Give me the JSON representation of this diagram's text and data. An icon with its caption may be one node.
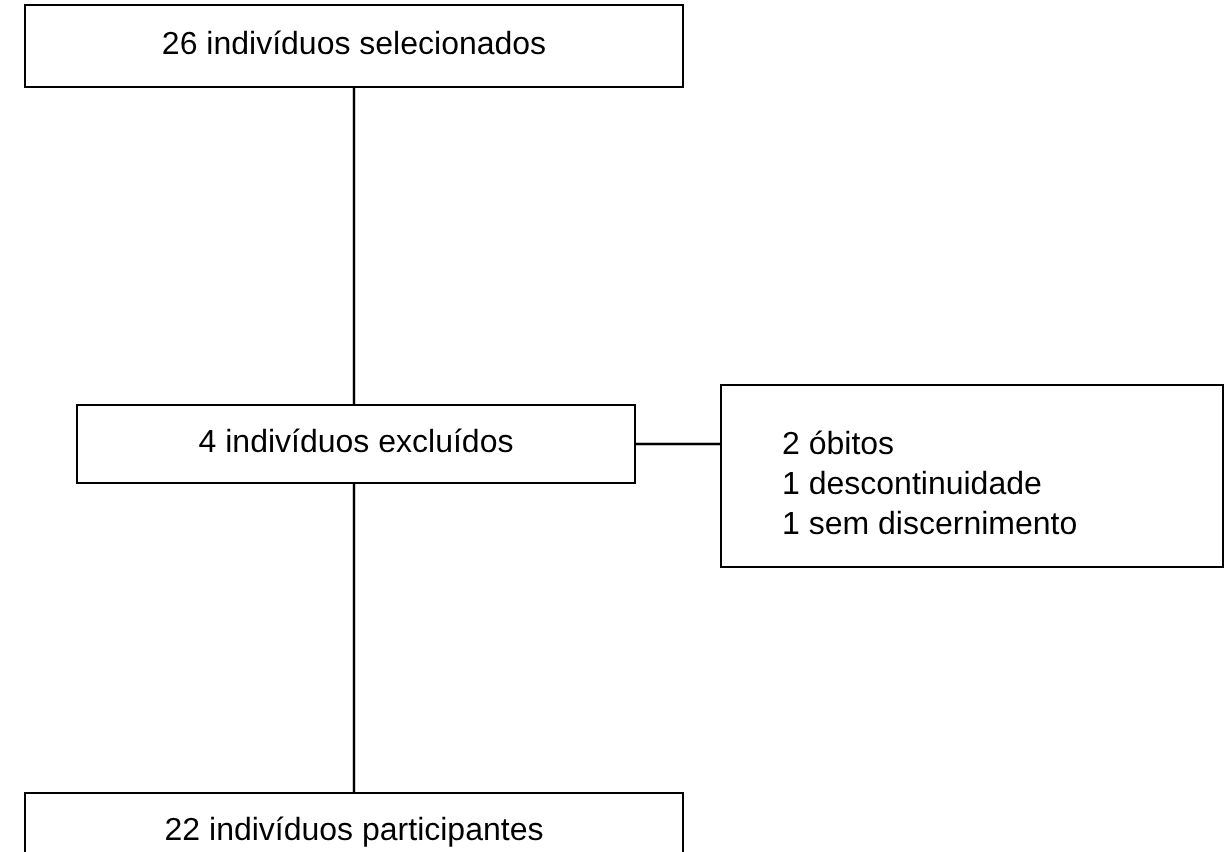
{
  "diagram": {
    "nodes": [
      {
        "text": [
          "26 indivíduos selecionados"
        ]
      },
      {
        "text": [
          "4 indivíduos excluídos"
        ]
      },
      {
        "text": [
          "2 óbitos",
          "1 descontinuidade",
          "1 sem discernimento"
        ]
      },
      {
        "text": [
          "22 indivíduos participantes"
        ]
      }
    ],
    "edges": [
      {
        "from": 0,
        "to": 1,
        "arrow": "none"
      },
      {
        "from": 1,
        "to": 3,
        "arrow": "none"
      },
      {
        "from": 1,
        "to": 2,
        "arrow": "none"
      }
    ]
  }
}
